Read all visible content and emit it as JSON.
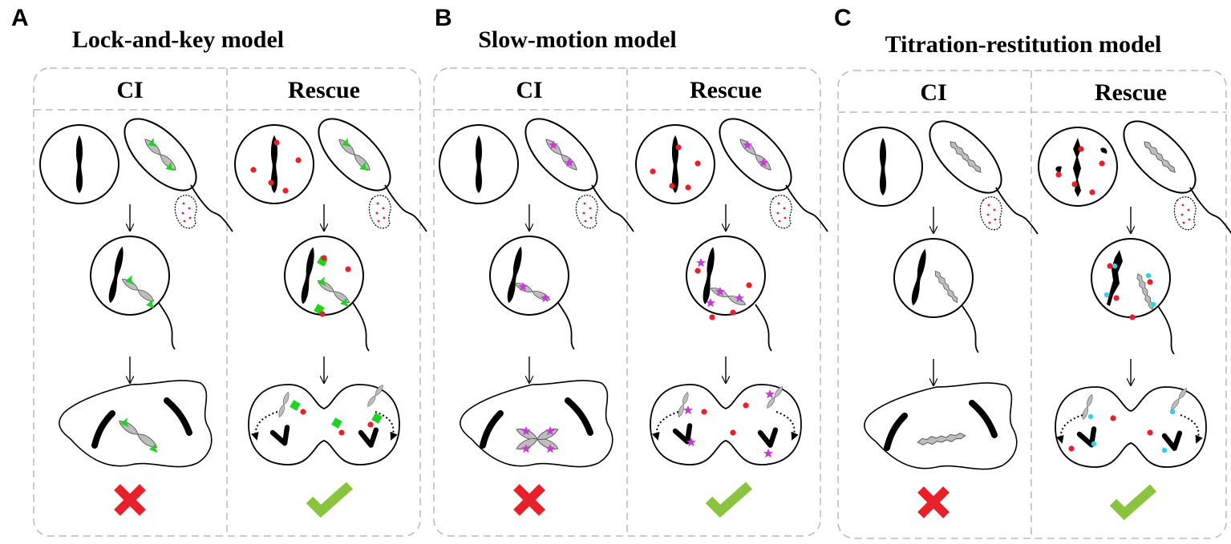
{
  "panels": [
    {
      "letter": "A",
      "title": "Lock-and-key model",
      "columns": [
        "CI",
        "Rescue"
      ],
      "marker": "green-arrowhead",
      "outcome_ci": "fail",
      "outcome_rescue": "success"
    },
    {
      "letter": "B",
      "title": "Slow-motion model",
      "columns": [
        "CI",
        "Rescue"
      ],
      "marker": "magenta-star",
      "outcome_ci": "fail",
      "outcome_rescue": "success"
    },
    {
      "letter": "C",
      "title": "Titration-restitution model",
      "columns": [
        "CI",
        "Rescue"
      ],
      "marker": "cyan-dot",
      "outcome_ci": "fail",
      "outcome_rescue": "success"
    }
  ],
  "colors": {
    "chromatin": "#000000",
    "paternal_chromatin": "#bdbdbd",
    "rescue_factor": "#e8202a",
    "lock_key_marker": "#21d321",
    "slow_motion_marker": "#c43bd6",
    "titration_marker": "#2fd3e8",
    "fail_mark": "#e8202a",
    "success_mark": "#8ac43f",
    "frame": "#b8b8b8"
  },
  "icons": {
    "fail": "cross-icon",
    "success": "check-icon",
    "step": "down-arrow-icon"
  }
}
